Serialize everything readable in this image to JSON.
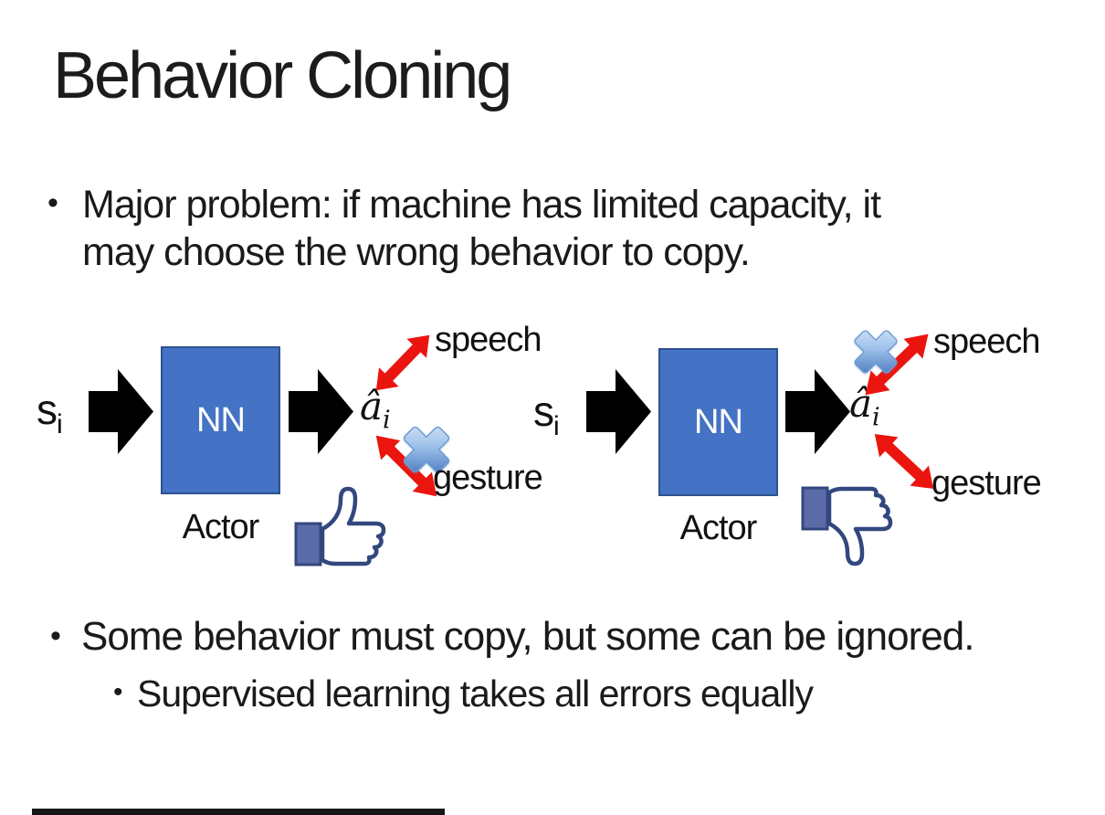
{
  "slide": {
    "title": "Behavior Cloning",
    "bullet_char": "•",
    "bullet1_line1": "Major problem: if machine has limited capacity, it",
    "bullet1_line2": "may choose the wrong behavior to copy.",
    "bullet2": "Some behavior must copy, but some can be ignored.",
    "sub_bullet": "Supervised learning takes all errors equally"
  },
  "diagrams": [
    {
      "input": "s",
      "input_sub": "i",
      "nn": "NN",
      "actor": "Actor",
      "output": "â",
      "output_sub": "i",
      "speech": "speech",
      "gesture": "gesture",
      "crossed_out": "gesture",
      "feedback_icon": "thumbs-up"
    },
    {
      "input": "s",
      "input_sub": "i",
      "nn": "NN",
      "actor": "Actor",
      "output": "â",
      "output_sub": "i",
      "speech": "speech",
      "gesture": "gesture",
      "crossed_out": "speech",
      "feedback_icon": "thumbs-down"
    }
  ],
  "icons": {
    "black_flow_arrow": "right-arrow",
    "red_double_arrow": "double-headed-arrow",
    "blue_cross": "cross-out-x",
    "thumbs_up": "facebook-like",
    "thumbs_down": "facebook-dislike"
  },
  "colors": {
    "background": "#FFFFFF",
    "text": "#1A1A1A",
    "nn_box_fill": "#4472C4",
    "nn_box_border": "#2F528F",
    "nn_text": "#FFFFFF",
    "flow_arrow_black": "#000000",
    "red_arrow": "#EB150F",
    "x_blue_light": "#D9E8F8",
    "x_blue_dark": "#2E62B4",
    "thumb_outline": "#33477F",
    "thumb_sleeve": "#5B6BA8",
    "bottom_bar": "#161616"
  }
}
